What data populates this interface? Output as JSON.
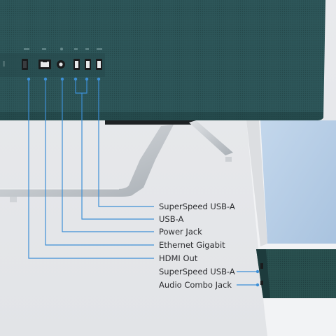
{
  "callouts": {
    "rear": [
      {
        "id": "superspeed-usb-a-rear",
        "label": "SuperSpeed USB-A"
      },
      {
        "id": "usb-a-rear",
        "label": "USB-A"
      },
      {
        "id": "power-jack",
        "label": "Power Jack"
      },
      {
        "id": "ethernet-gigabit",
        "label": "Ethernet Gigabit"
      },
      {
        "id": "hdmi-out",
        "label": "HDMI Out"
      }
    ],
    "side": [
      {
        "id": "superspeed-usb-a-side",
        "label": "SuperSpeed USB-A"
      },
      {
        "id": "audio-combo-jack",
        "label": "Audio Combo Jack"
      }
    ]
  },
  "colors": {
    "housing": "#2c5457",
    "housing_dark": "#1e3d40",
    "stand": "#c9ccd0",
    "leader_line": "#3d8fd6",
    "screen": "#b9cfe6",
    "bezel": "#f2f3f5",
    "label_text": "#2c2d30"
  }
}
